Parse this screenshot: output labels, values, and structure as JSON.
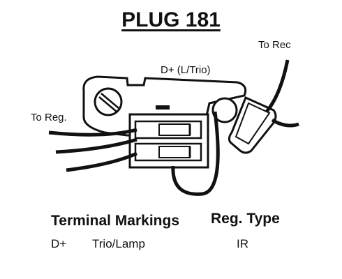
{
  "title": "PLUG 181",
  "labels": {
    "to_rec": "To Rec",
    "d_plus": "D+  (L/Trio)",
    "to_reg": "To Reg."
  },
  "table": {
    "header_terminal": "Terminal Markings",
    "header_type": "Reg. Type",
    "terminal": "D+",
    "function": "Trio/Lamp",
    "reg_type": "IR"
  },
  "colors": {
    "ink": "#111111",
    "paper": "#ffffff"
  }
}
